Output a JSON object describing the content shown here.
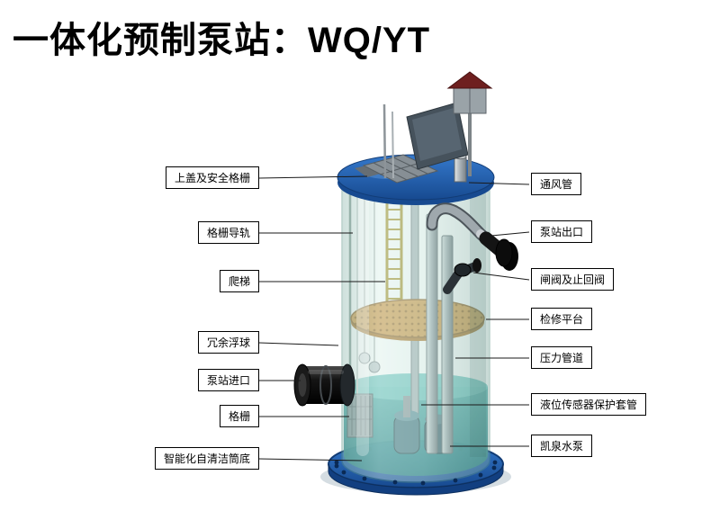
{
  "title": "一体化预制泵站：WQ/YT",
  "labels": {
    "left": [
      {
        "text": "上盖及安全格栅"
      },
      {
        "text": "格栅导轨"
      },
      {
        "text": "爬梯"
      },
      {
        "text": "冗余浮球"
      },
      {
        "text": "泵站进口"
      },
      {
        "text": "格栅"
      },
      {
        "text": "智能化自清洁筒底"
      }
    ],
    "right": [
      {
        "text": "通风管"
      },
      {
        "text": "泵站出口"
      },
      {
        "text": "闸阀及止回阀"
      },
      {
        "text": "检修平台"
      },
      {
        "text": "压力管道"
      },
      {
        "text": "液位传感器保护套管"
      },
      {
        "text": "凯泉水泵"
      }
    ]
  },
  "colors": {
    "background": "#ffffff",
    "title_text": "#000000",
    "label_border": "#000000",
    "lid_blue": "#2a6cc0",
    "base_blue": "#123f80",
    "tank_glass_teal": "#c4e3da",
    "water_teal": "#3f9ba0",
    "platform_tan": "#d6a055",
    "ladder_yellow": "#b09a3c",
    "inlet_pipe_black": "#111111",
    "pipe_gray": "#a8b0b5",
    "cabinet_roof_red": "#6e1f1f"
  }
}
